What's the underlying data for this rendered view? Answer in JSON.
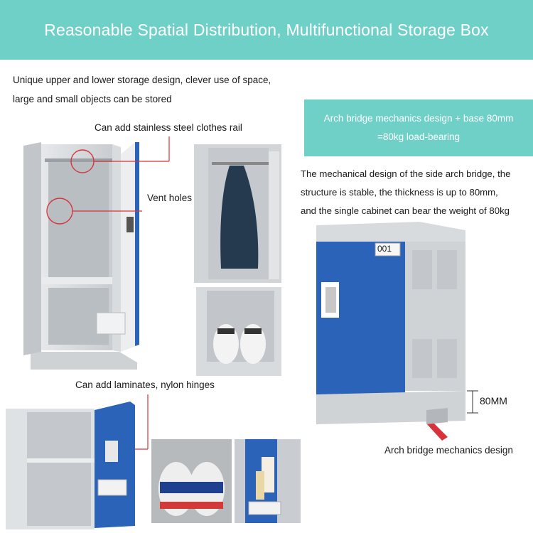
{
  "banner": {
    "title": "Reasonable Spatial Distribution, Multifunctional Storage Box",
    "color": "#6fd0c8"
  },
  "intro": {
    "line1": "Unique upper and lower storage design, clever use of space,",
    "line2": "large and small objects can be stored"
  },
  "callouts": {
    "rail": "Can add stainless steel clothes rail",
    "vent": "Vent holes",
    "hinges": "Can add laminates, nylon hinges",
    "arch": "Arch bridge mechanics design"
  },
  "arch_box": {
    "line1": "Arch bridge mechanics design + base 80mm",
    "line2": "=80kg load-bearing"
  },
  "description": {
    "line1": "The mechanical design of the side arch bridge, the",
    "line2": "structure is stable, the thickness is up to 80mm,",
    "line3": "and the single cabinet can bear the weight of 80kg"
  },
  "dimension": {
    "label": "80MM"
  },
  "locker_number": "001",
  "colors": {
    "locker_blue": "#2a63b8",
    "locker_gray": "#d7dadd",
    "callout_red": "#d8333a"
  }
}
